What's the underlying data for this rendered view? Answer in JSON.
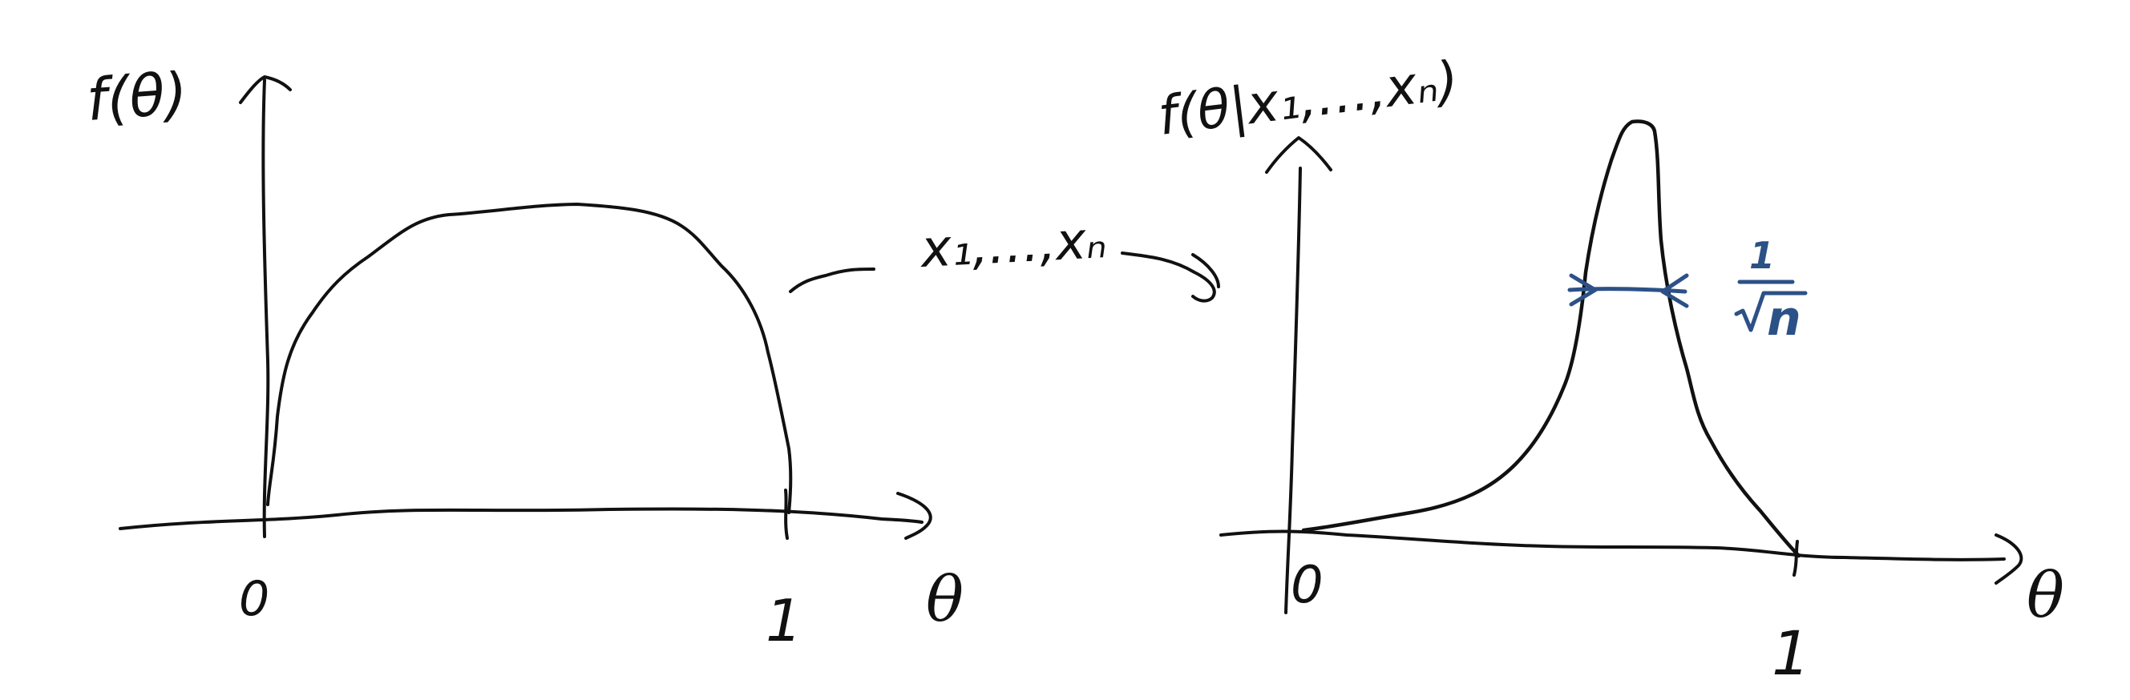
{
  "colors": {
    "ink": "#111111",
    "annotation": "#2c5187",
    "background": "#ffffff"
  },
  "prior": {
    "y_label": "f(θ)",
    "x_label": "θ",
    "tick_zero": "0",
    "tick_one": "1"
  },
  "update": {
    "label": "x₁,…,xₙ",
    "arrow_icon": "curved-arrow-icon"
  },
  "posterior": {
    "y_label": "f(θ|x₁,…,xₙ)",
    "x_label": "θ",
    "tick_zero": "0",
    "tick_one": "1",
    "width_numerator": "1",
    "width_denominator": "n",
    "width_marker_icon": "width-arrows-icon"
  }
}
